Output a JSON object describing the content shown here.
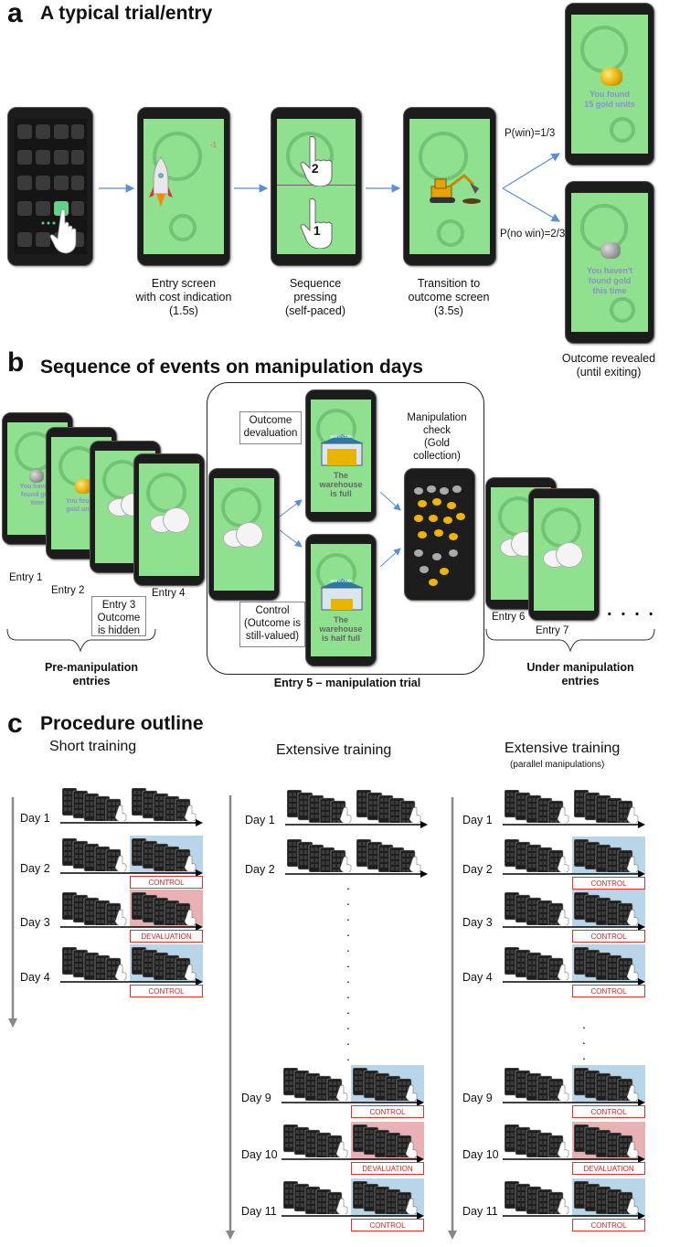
{
  "panel_a": {
    "letter": "a",
    "title": "A typical trial/entry",
    "captions": {
      "entry": [
        "Entry screen",
        "with cost indication",
        "(1.5s)"
      ],
      "sequence": [
        "Sequence",
        "pressing",
        "(self-paced)"
      ],
      "transition": [
        "Transition to",
        "outcome screen",
        "(3.5s)"
      ],
      "outcome": [
        "Outcome revealed",
        "(until exiting)"
      ]
    },
    "p_win": "P(win)=1/3",
    "p_nowin": "P(no win)=2/3",
    "win_text": [
      "You found",
      "15 gold units"
    ],
    "nowin_text": [
      "You haven't",
      "found gold",
      "this time"
    ],
    "press_1": "1",
    "press_2": "2",
    "cost": "-1"
  },
  "panel_b": {
    "letter": "b",
    "title": "Sequence of events on manipulation days",
    "entries": [
      "Entry 1",
      "Entry 2",
      "Entry 3",
      "Entry 4",
      "Entry 6",
      "Entry 7"
    ],
    "entry1_text": [
      "You haven't",
      "found gold",
      "time"
    ],
    "entry2_text": [
      "You found",
      "gold units"
    ],
    "outcome_hidden": [
      "Outcome",
      "is hidden"
    ],
    "outcome_devaluation": [
      "Outcome",
      "devaluation"
    ],
    "control_box": [
      "Control",
      "(Outcome is",
      "still-valued)"
    ],
    "manipulation_check": [
      "Manipulation",
      "check",
      "(Gold",
      "collection)"
    ],
    "warehouse_label": "warehouse",
    "warehouse_full": [
      "The",
      "warehouse",
      "is full"
    ],
    "warehouse_half": [
      "The",
      "warehouse",
      "is half full"
    ],
    "ellipsis": ". . . .",
    "pre_label": [
      "Pre-manipulation",
      "entries"
    ],
    "entry5_label": "Entry 5 – manipulation trial",
    "under_label": [
      "Under manipulation",
      "entries"
    ]
  },
  "panel_c": {
    "letter": "c",
    "title": "Procedure outline",
    "col1_title": "Short training",
    "col2_title": "Extensive training",
    "col3_title": "Extensive training",
    "col3_subtitle": "(parallel manipulations)",
    "col1_days": [
      "Day 1",
      "Day 2",
      "Day 3",
      "Day 4"
    ],
    "col1_tags": [
      "",
      "CONTROL",
      "DEVALUATION",
      "CONTROL"
    ],
    "col2_days_top": [
      "Day 1",
      "Day 2"
    ],
    "col2_days_bottom": [
      "Day 9",
      "Day 10",
      "Day 11"
    ],
    "col2_tags": [
      "CONTROL",
      "DEVALUATION",
      "CONTROL"
    ],
    "col3_days_top": [
      "Day 1",
      "Day 2",
      "Day 3",
      "Day 4"
    ],
    "col3_tags_top": [
      "",
      "CONTROL",
      "CONTROL",
      "CONTROL"
    ],
    "col3_days_bottom": [
      "Day 9",
      "Day 10",
      "Day 11"
    ],
    "col3_tags_bottom": [
      "CONTROL",
      "DEVALUATION",
      "CONTROL"
    ]
  },
  "colors": {
    "screen_green": "#8fe08f",
    "control_blue": "#b9d5ea",
    "devaluation_red": "#e9b1b3",
    "tag_red": "#e02020",
    "arrow_blue": "#5b8fd6"
  }
}
